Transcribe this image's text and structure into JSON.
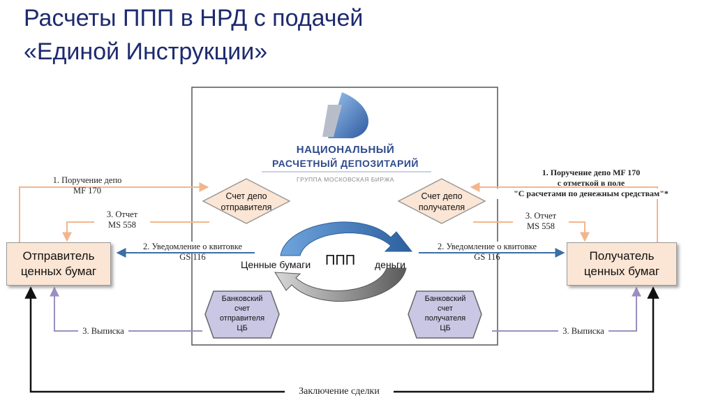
{
  "title": {
    "line1": "Расчеты ППП в НРД с подачей",
    "line2": "«Единой Инструкции»"
  },
  "logo": {
    "line1": "НАЦИОНАЛЬНЫЙ",
    "line2": "РАСЧЕТНЫЙ ДЕПОЗИТАРИЙ",
    "subtitle": "ГРУППА МОСКОВСКАЯ БИРЖА"
  },
  "sender_box": {
    "line1": "Отправитель",
    "line2": "ценных бумаг"
  },
  "receiver_box": {
    "line1": "Получатель",
    "line2": "ценных бумаг"
  },
  "depo_sender": {
    "line1": "Счет депо",
    "line2": "отправителя"
  },
  "depo_receiver": {
    "line1": "Счет депо",
    "line2": "получателя"
  },
  "bank_sender": {
    "line1": "Банковский",
    "line2": "счет",
    "line3": "отправителя",
    "line4": "ЦБ"
  },
  "bank_receiver": {
    "line1": "Банковский",
    "line2": "счет",
    "line3": "получателя",
    "line4": "ЦБ"
  },
  "cycle": {
    "left": "Ценные бумаги",
    "center": "ППП",
    "right": "деньги"
  },
  "left_labels": {
    "order_line1": "1. Поручение депо",
    "order_line2": "MF 170",
    "report_line1": "3. Отчет",
    "report_line2": "MS 558",
    "notice_line1": "2. Уведомление о квитовке",
    "notice_line2": "GS 116",
    "statement": "3. Выписка"
  },
  "right_labels": {
    "order_line1": "1. Поручение депо MF 170",
    "order_line2": "с отметкой в поле",
    "order_line3": "\"С расчетами по денежным средствам\"*",
    "report_line1": "3. Отчет",
    "report_line2": "MS 558",
    "notice_line1": "2. Уведомление о квитовке",
    "notice_line2": "GS 116",
    "statement": "3. Выписка"
  },
  "deal": "Заключение сделки",
  "colors": {
    "orange": "#f2b68c",
    "blue": "#3b6ea5",
    "purple": "#9b8fc0",
    "box_fill": "#fbe5d4",
    "hex_fill": "#c9c7e4",
    "title": "#1d2a6e"
  }
}
